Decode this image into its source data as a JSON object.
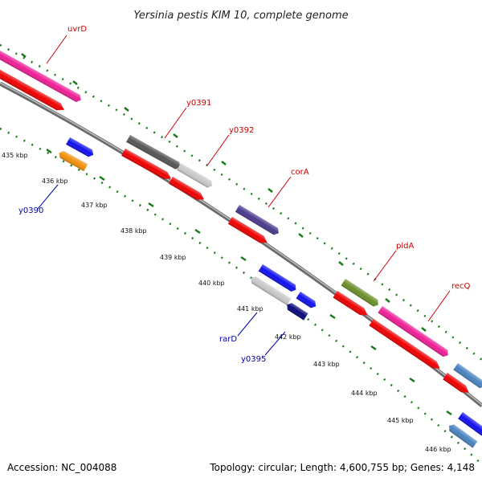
{
  "title": "Yersinia pestis KIM 10, complete genome",
  "footer": {
    "accession": "Accession: NC_004088",
    "summary": "Topology: circular; Length: 4,600,755 bp; Genes: 4,148"
  },
  "colors": {
    "label_forward": "#cc0000",
    "label_reverse": "#0000aa",
    "backbone": "#777777",
    "tick": "#1a7a1a",
    "rna_strand": "#ee0000"
  },
  "scale": {
    "unit": "kbp",
    "ticks": [
      {
        "kbp": 435,
        "label": "435 kbp"
      },
      {
        "kbp": 436,
        "label": "436 kbp"
      },
      {
        "kbp": 437,
        "label": "437 kbp"
      },
      {
        "kbp": 438,
        "label": "438 kbp"
      },
      {
        "kbp": 439,
        "label": "439 kbp"
      },
      {
        "kbp": 440,
        "label": "440 kbp"
      },
      {
        "kbp": 441,
        "label": "441 kbp"
      },
      {
        "kbp": 442,
        "label": "442 kbp"
      },
      {
        "kbp": 443,
        "label": "443 kbp"
      },
      {
        "kbp": 444,
        "label": "444 kbp"
      },
      {
        "kbp": 445,
        "label": "445 kbp"
      },
      {
        "kbp": 446,
        "label": "446 kbp"
      }
    ]
  },
  "labels": [
    {
      "text": "uvrD",
      "strand": "forward"
    },
    {
      "text": "y0391",
      "strand": "forward"
    },
    {
      "text": "y0392",
      "strand": "forward"
    },
    {
      "text": "corA",
      "strand": "forward"
    },
    {
      "text": "pldA",
      "strand": "forward"
    },
    {
      "text": "recQ",
      "strand": "forward"
    },
    {
      "text": "y0390",
      "strand": "reverse"
    },
    {
      "text": "rarD",
      "strand": "reverse"
    },
    {
      "text": "y0395",
      "strand": "reverse"
    }
  ]
}
